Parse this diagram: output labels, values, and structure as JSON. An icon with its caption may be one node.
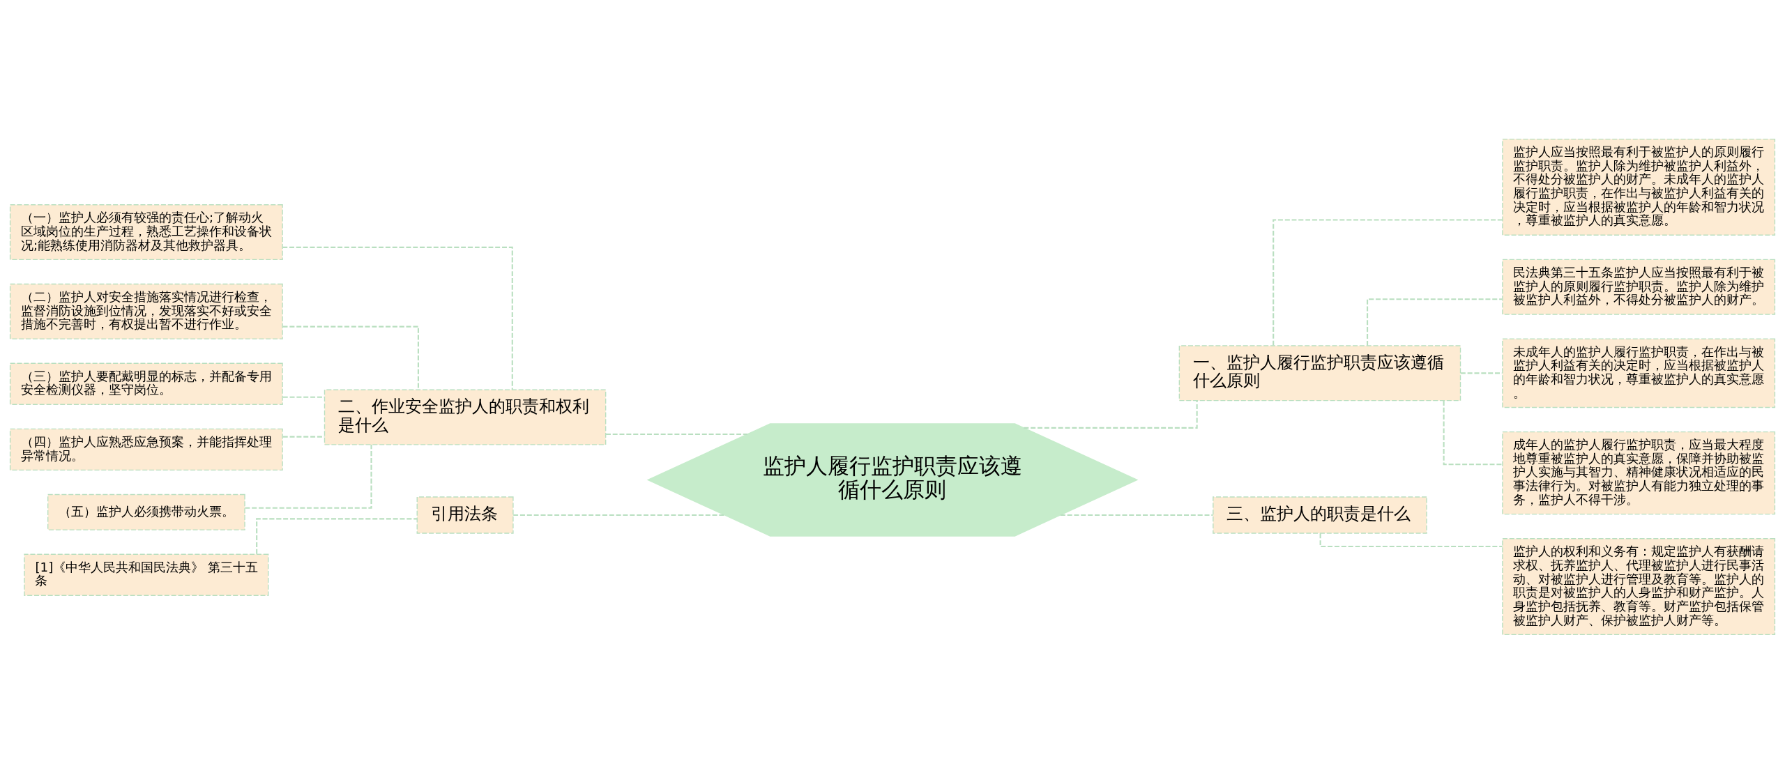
{
  "diagram": {
    "nodes": [
      {
        "text": [
          "监护人履行监护职责应该遵循什么原则"
        ]
      },
      {
        "text": [
          "二、作业安全监护人的职责和权利是什么"
        ]
      },
      {
        "text": [
          "（一）监护人必须有较强的责任心;了解动火区域岗位的生产过程，熟悉工艺操作和设备状况;能熟练使用消防器材及其他救护器具。"
        ]
      },
      {
        "text": [
          "（二）监护人对安全措施落实情况进行检查，监督消防设施到位情况，发现落实不好或安全措施不完善时，有权提出暂不进行作业。"
        ]
      },
      {
        "text": [
          "（三）监护人要配戴明显的标志，并配备专用安全检测仪器，坚守岗位。"
        ]
      },
      {
        "text": [
          "（四）监护人应熟悉应急预案，并能指挥处理异常情况。"
        ]
      },
      {
        "text": [
          "（五）监护人必须携带动火票。"
        ]
      },
      {
        "text": [
          "引用法条"
        ]
      },
      {
        "text": [
          "[1]《中华人民共和国民法典》 第三十五条"
        ]
      },
      {
        "text": [
          "一、监护人履行监护职责应该遵循什么原则"
        ]
      },
      {
        "text": [
          "监护人应当按照最有利于被监护人的原则履行监护职责。监护人除为维护被监护人利益外，不得处分被监护人的财产。未成年人的监护人履行监护职责，在作出与被监护人利益有关的决定时，应当根据被监护人的年龄和智力状况，尊重被监护人的真实意愿。"
        ]
      },
      {
        "text": [
          "民法典第三十五条监护人应当按照最有利于被监护人的原则履行监护职责。监护人除为维护被监护人利益外，不得处分被监护人的财产。"
        ]
      },
      {
        "text": [
          "未成年人的监护人履行监护职责，在作出与被监护人利益有关的决定时，应当根据被监护人的年龄和智力状况，尊重被监护人的真实意愿。"
        ]
      },
      {
        "text": [
          "成年人的监护人履行监护职责，应当最大程度地尊重被监护人的真实意愿，保障并协助被监护人实施与其智力、精神健康状况相适应的民事法律行为。对被监护人有能力独立处理的事务，监护人不得干涉。"
        ]
      },
      {
        "text": [
          "三、监护人的职责是什么"
        ]
      },
      {
        "text": [
          "监护人的权利和义务有：规定监护人有获酬请求权、抚养监护人、代理被监护人进行民事活动、对被监护人进行管理及教育等。监护人的职责是对被监护人的人身监护和财产监护。人身监护包括抚养、教育等。财产监护包括保管被监护人财产、保护被监护人财产等。"
        ]
      }
    ],
    "edges": [
      {
        "from": 0,
        "to": 1,
        "arrow": "none",
        "style": "dashed"
      },
      {
        "from": 1,
        "to": 2,
        "arrow": "none",
        "style": "dashed"
      },
      {
        "from": 1,
        "to": 3,
        "arrow": "none",
        "style": "dashed"
      },
      {
        "from": 1,
        "to": 4,
        "arrow": "none",
        "style": "dashed"
      },
      {
        "from": 1,
        "to": 5,
        "arrow": "none",
        "style": "dashed"
      },
      {
        "from": 1,
        "to": 6,
        "arrow": "none",
        "style": "dashed"
      },
      {
        "from": 0,
        "to": 7,
        "arrow": "none",
        "style": "dashed"
      },
      {
        "from": 7,
        "to": 8,
        "arrow": "none",
        "style": "dashed"
      },
      {
        "from": 0,
        "to": 9,
        "arrow": "none",
        "style": "dashed"
      },
      {
        "from": 9,
        "to": 10,
        "arrow": "none",
        "style": "dashed"
      },
      {
        "from": 9,
        "to": 11,
        "arrow": "none",
        "style": "dashed"
      },
      {
        "from": 9,
        "to": 12,
        "arrow": "none",
        "style": "dashed"
      },
      {
        "from": 9,
        "to": 13,
        "arrow": "none",
        "style": "dashed"
      },
      {
        "from": 0,
        "to": 14,
        "arrow": "none",
        "style": "dashed"
      },
      {
        "from": 14,
        "to": 15,
        "arrow": "none",
        "style": "dashed"
      }
    ]
  }
}
